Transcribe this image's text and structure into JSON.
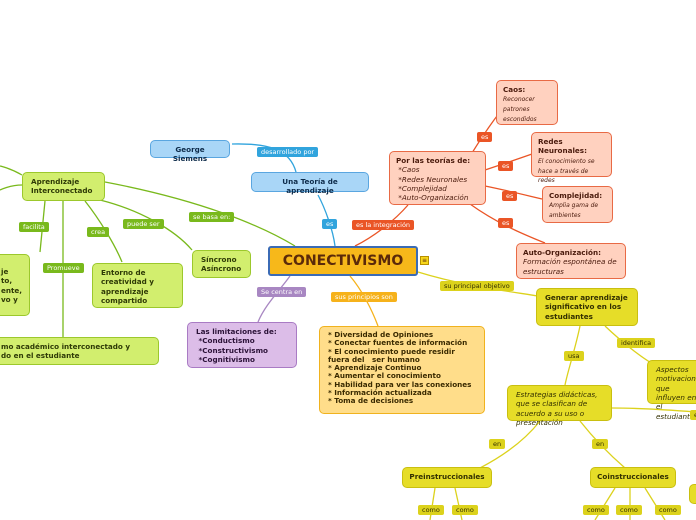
{
  "central": "CONECTIVISMO",
  "menu_icon": "notes-icon",
  "nodes": {
    "teoria": "Una Teoría de aprendizaje",
    "siemens": "George Siemens",
    "teorias_title": "Por las teorías de:",
    "teorias_list": " *Caos\n *Redes Neuronales\n *Complejidad\n *Auto-Organización",
    "caos_title": "Caos:",
    "caos_desc": "Reconocer patrones escondidos",
    "redes_title": "Redes Neuronales:",
    "redes_desc": "El conocimiento se hace a través de redes",
    "complej_title": "Complejidad:",
    "complej_desc": "Amplia gama de ambientes",
    "auto_title": "Auto-Organización:",
    "auto_desc": "Formación espontánea de estructuras",
    "aprendizaje": "Aprendizaje Interconectado",
    "sincrono": "Síncrono Asíncrono",
    "entorno": "Entorno de creatividad y aprendizaje compartido",
    "leftcut": "je\nto,\nente,\nvo y",
    "academico": "mo académico interconectado y\ndo en el estudiante",
    "limitaciones": "Las limitaciones de:\n *Conductismo\n *Constructivismo\n *Cognitivismo",
    "principios": "* Diversidad de Opiniones\n* Conectar fuentes de información\n* El conocimiento puede residir fuera del   ser humano\n* Aprendizaje Continuo\n* Aumentar el conocimiento\n* Habilidad para ver las conexiones\n* Información actualizada\n* Toma de decisiones",
    "generar": "Generar aprendizaje significativo en los estudiantes",
    "estrategias": "Estrategias didácticas, que se clasifican de acuerdo a su uso o presentación",
    "aspectos": "Aspectos motivacionales que influyen en el estudiante",
    "preinstruccionales": "Preinstruccionales",
    "coinstruccionales": "Coinstruccionales"
  },
  "labels": {
    "desarrollado": "desarrollado por",
    "es": "es",
    "es_integracion": "es la integración",
    "es_caos": "es",
    "es_redes": "es",
    "es_complej": "es",
    "es_auto": "es",
    "se_basa": "se basa en:",
    "facilita": "facilita",
    "promueve": "Promueve",
    "crea": "crea",
    "puede_ser": "puede ser",
    "se_centra": "Se centra en",
    "principios_son": "sus principios son",
    "objetivo": "su principal objetivo",
    "usa": "usa",
    "identifica": "identifica",
    "en1": "en",
    "en2": "en",
    "e_cut": "e",
    "como1": "como",
    "como2": "como",
    "como3": "como",
    "como4": "como",
    "como5": "como"
  }
}
